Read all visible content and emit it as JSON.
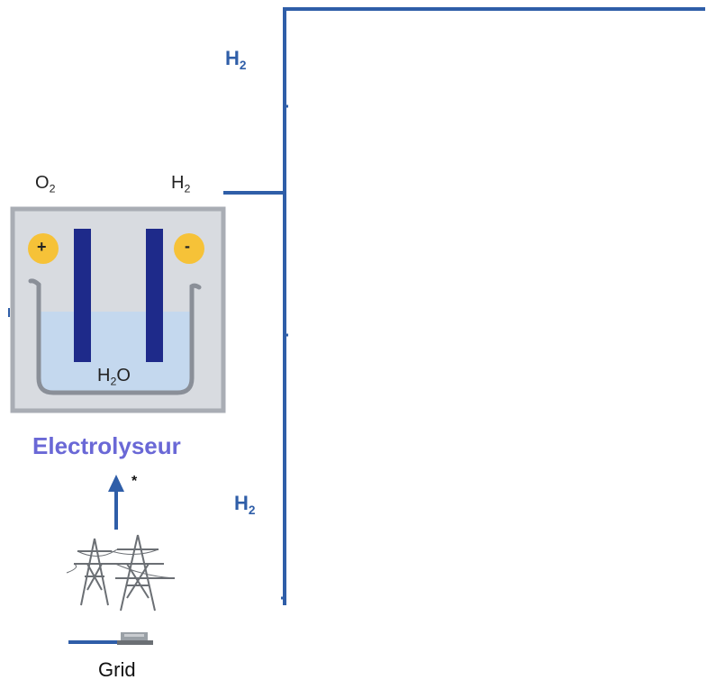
{
  "labels": {
    "h2_top": {
      "main": "H",
      "sub": "2"
    },
    "h2_pipe": {
      "main": "H",
      "sub": "2"
    },
    "h2_bottom": {
      "main": "H",
      "sub": "2"
    },
    "o2": {
      "main": "O",
      "sub": "2"
    },
    "water": {
      "main": "H",
      "sub": "2",
      "tail": "O"
    },
    "anode_sign": "+",
    "cathode_sign": "-",
    "electrolyser": "Electrolyseur",
    "star": "*",
    "grid": "Grid"
  },
  "colors": {
    "pipe": "#2f5ea8",
    "electrode": "#1e2a8a",
    "terminal": "#f6c238",
    "cell_frame": "#a9adb4",
    "cell_bg": "#d8dbe0",
    "water": "#c4d8ee",
    "basin": "#8a8f98",
    "electrolyser_text": "#6a68d6"
  },
  "icons": {
    "power-pylon": "grid-power-pylons-icon",
    "meter": "grid-meter-icon"
  }
}
